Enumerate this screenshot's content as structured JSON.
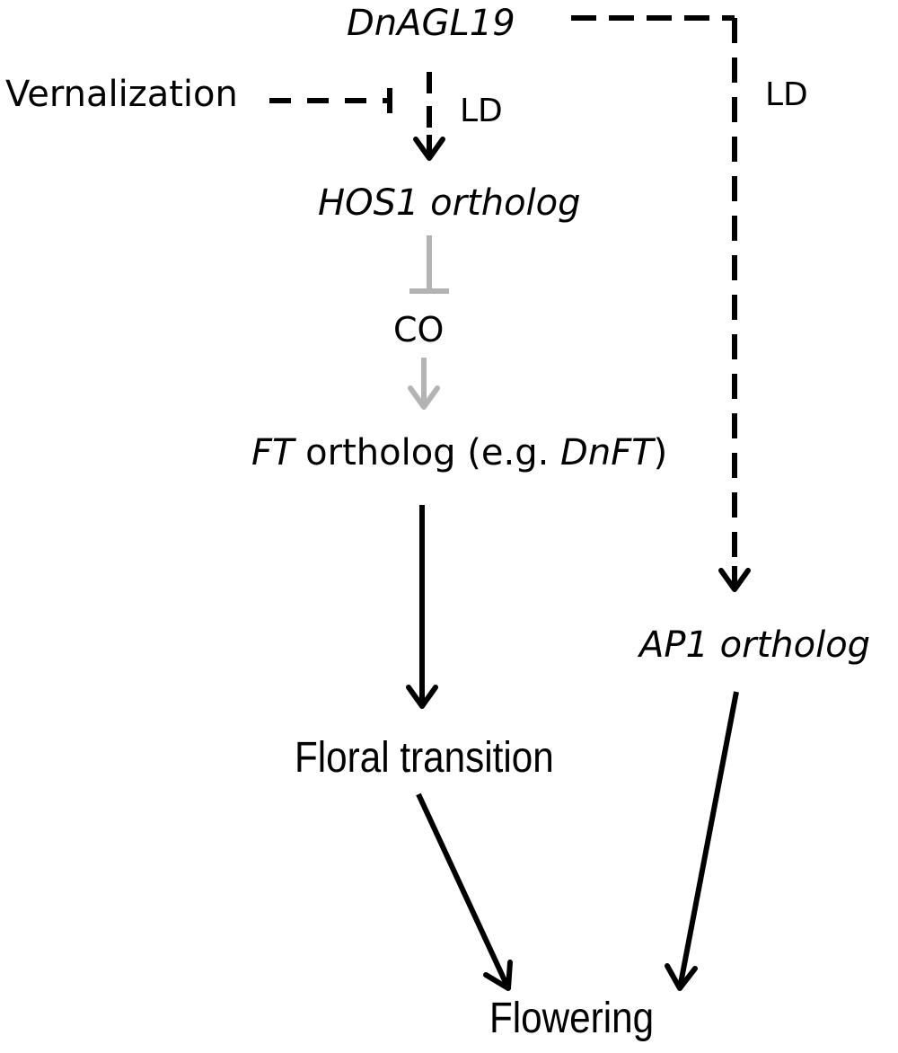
{
  "nodes": {
    "dnagl19": "DnAGL19",
    "vernalization": "Vernalization",
    "ld_left": "LD",
    "ld_right": "LD",
    "hos1": "HOS1 ortholog",
    "co": "CO",
    "ft_prefix": "FT",
    "ft_middle": " ortholog (e.g. ",
    "ft_gene": "DnFT",
    "ft_suffix": ")",
    "ap1": "AP1 ortholog",
    "floral_transition": "Floral transition",
    "flowering": "Flowering"
  },
  "colors": {
    "black_edge": "#000000",
    "grey_edge": "#b3b3b3",
    "text": "#000000"
  }
}
